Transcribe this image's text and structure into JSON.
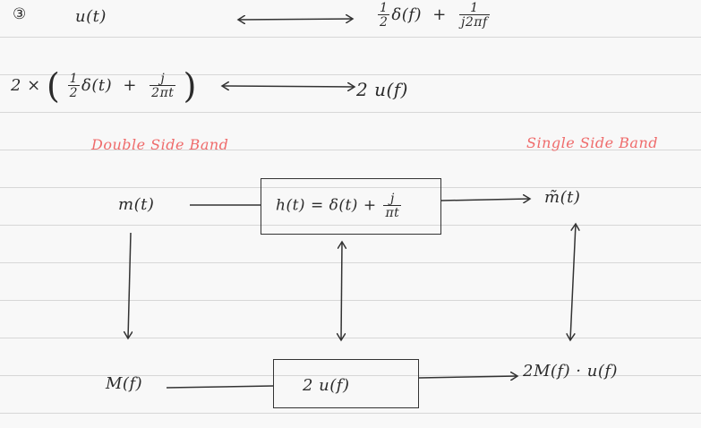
{
  "header": {
    "item_number": "③"
  },
  "pair1": {
    "lhs": "u(t)",
    "rhs_half_num": "1",
    "rhs_half_den": "2",
    "rhs_delta": "δ(f)",
    "rhs_plus": "+",
    "rhs_frac_num": "1",
    "rhs_frac_den": "j2πf"
  },
  "pair2": {
    "prefix": "2 ×",
    "half_num": "1",
    "half_den": "2",
    "delta": "δ(t)",
    "plus": "+",
    "frac_num": "j",
    "frac_den": "2πt",
    "rhs": "2 u(f)"
  },
  "labels": {
    "double_side_band": "Double Side Band",
    "single_side_band": "Single Side Band"
  },
  "time_chain": {
    "input": "m(t)",
    "filter_prefix": "h(t) = δ(t) +",
    "filter_frac_num": "j",
    "filter_frac_den": "πt",
    "output": "m̃(t)"
  },
  "freq_chain": {
    "input": "M(f)",
    "filter": "2 u(f)",
    "output": "2M(f) · u(f)"
  },
  "colors": {
    "ink": "#2b2b2b",
    "red_ink": "#ef6b6b",
    "rule_line": "#d7d7d7"
  }
}
